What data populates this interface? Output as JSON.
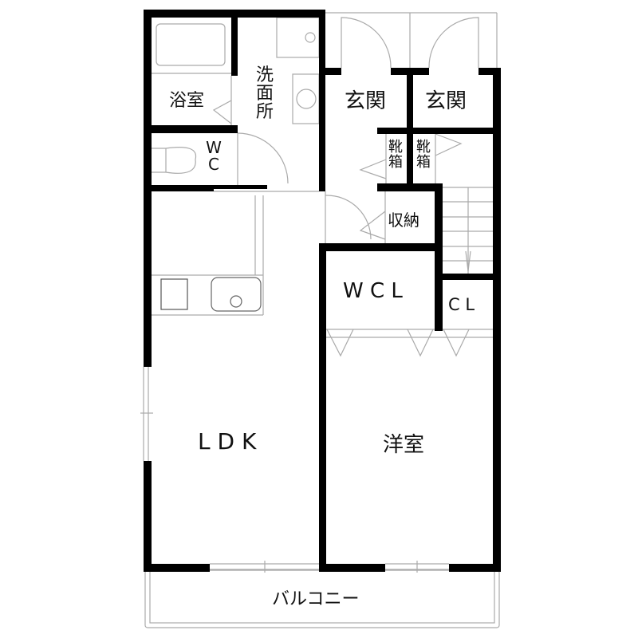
{
  "floor_plan": {
    "rooms": {
      "bathroom": "浴室",
      "washroom": [
        "洗",
        "面",
        "所"
      ],
      "toilet": [
        "W",
        "C"
      ],
      "entrance_1": "玄関",
      "entrance_2": "玄関",
      "shoe_box_1": [
        "靴",
        "箱"
      ],
      "shoe_box_2": [
        "靴",
        "箱"
      ],
      "storage": "収納",
      "walk_in_closet": "W C L",
      "closet": "C L",
      "ldk": "L D K",
      "western_room": "洋室",
      "balcony": "バルコニー"
    },
    "colors": {
      "wall": "#000000",
      "fixture_line": "#aaaaaa",
      "background": "#ffffff",
      "text": "#111111"
    }
  }
}
